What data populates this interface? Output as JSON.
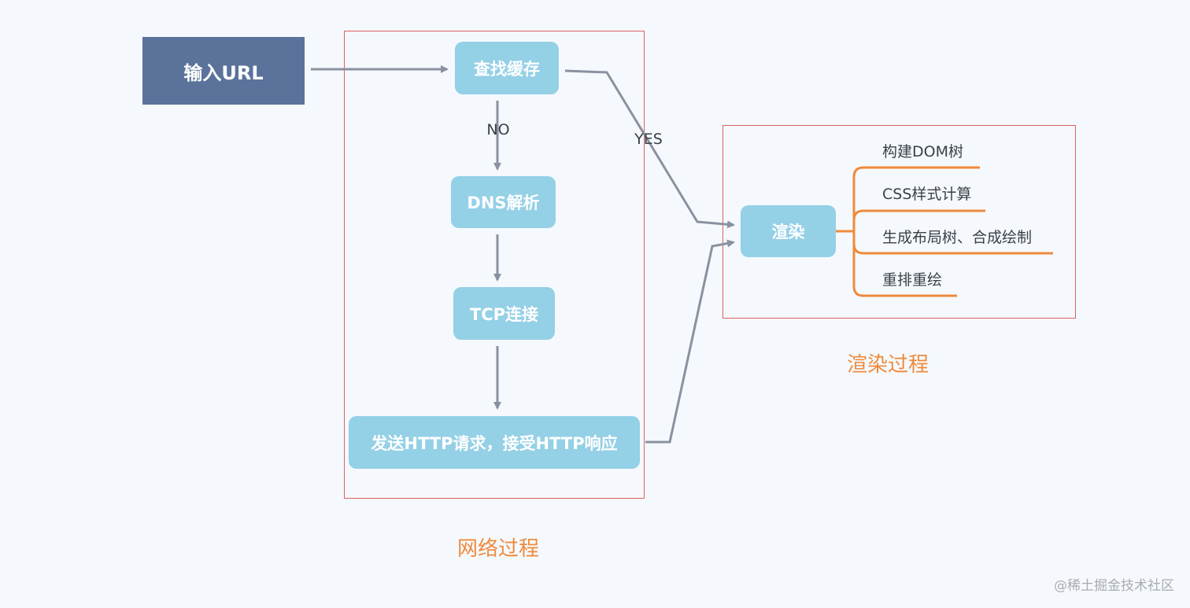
{
  "nodes": {
    "input_url": "输入URL",
    "find_cache": "查找缓存",
    "dns": "DNS解析",
    "tcp": "TCP连接",
    "http": "发送HTTP请求，接受HTTP响应",
    "render": "渲染"
  },
  "edge_labels": {
    "no": "NO",
    "yes": "YES"
  },
  "render_steps": [
    "构建DOM树",
    "CSS样式计算",
    "生成布局树、合成绘制",
    "重排重绘"
  ],
  "groups": {
    "network": "网络过程",
    "render": "渲染过程"
  },
  "watermark": "@稀土掘金技术社区",
  "colors": {
    "arrow": "#8a919f",
    "branch": "#ef8a3c",
    "node": "#94d0e6",
    "start": "#5b739b",
    "frame": "#e06060"
  }
}
